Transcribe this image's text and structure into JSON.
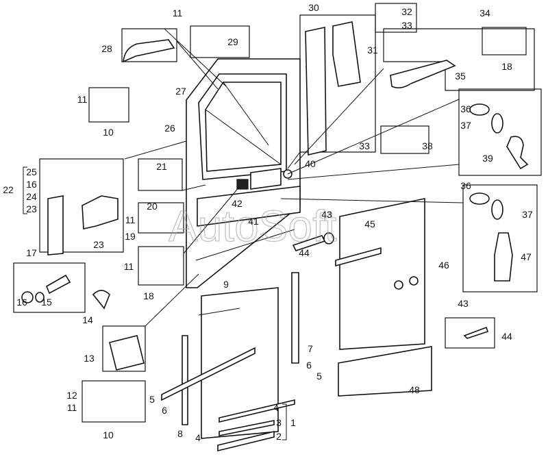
{
  "watermark": "AutoSoft",
  "callouts": [
    {
      "id": "c11a",
      "text": "11"
    },
    {
      "id": "c29",
      "text": "29"
    },
    {
      "id": "c28",
      "text": "28"
    },
    {
      "id": "c27",
      "text": "27"
    },
    {
      "id": "c11b",
      "text": "11"
    },
    {
      "id": "c10a",
      "text": "10"
    },
    {
      "id": "c26",
      "text": "26"
    },
    {
      "id": "c30",
      "text": "30"
    },
    {
      "id": "c32",
      "text": "32"
    },
    {
      "id": "c33a",
      "text": "33"
    },
    {
      "id": "c31",
      "text": "31"
    },
    {
      "id": "c34",
      "text": "34"
    },
    {
      "id": "c18a",
      "text": "18"
    },
    {
      "id": "c35",
      "text": "35"
    },
    {
      "id": "c36a",
      "text": "36"
    },
    {
      "id": "c37a",
      "text": "37"
    },
    {
      "id": "c39",
      "text": "39"
    },
    {
      "id": "c33b",
      "text": "33"
    },
    {
      "id": "c38",
      "text": "38"
    },
    {
      "id": "c40",
      "text": "40"
    },
    {
      "id": "c25",
      "text": "25"
    },
    {
      "id": "c16a",
      "text": "16"
    },
    {
      "id": "c22",
      "text": "22"
    },
    {
      "id": "c24",
      "text": "24"
    },
    {
      "id": "c23a",
      "text": "23"
    },
    {
      "id": "c21",
      "text": "21"
    },
    {
      "id": "c20",
      "text": "20"
    },
    {
      "id": "c11c",
      "text": "11"
    },
    {
      "id": "c19",
      "text": "19"
    },
    {
      "id": "c23b",
      "text": "23"
    },
    {
      "id": "c42",
      "text": "42"
    },
    {
      "id": "c41",
      "text": "41"
    },
    {
      "id": "c43a",
      "text": "43"
    },
    {
      "id": "c45",
      "text": "45"
    },
    {
      "id": "c44a",
      "text": "44"
    },
    {
      "id": "c36b",
      "text": "36"
    },
    {
      "id": "c37b",
      "text": "37"
    },
    {
      "id": "c47",
      "text": "47"
    },
    {
      "id": "c46",
      "text": "46"
    },
    {
      "id": "c17",
      "text": "17"
    },
    {
      "id": "c11d",
      "text": "11"
    },
    {
      "id": "c18b",
      "text": "18"
    },
    {
      "id": "c9",
      "text": "9"
    },
    {
      "id": "c16b",
      "text": "16"
    },
    {
      "id": "c15",
      "text": "15"
    },
    {
      "id": "c14",
      "text": "14"
    },
    {
      "id": "c7",
      "text": "7"
    },
    {
      "id": "c13",
      "text": "13"
    },
    {
      "id": "c6a",
      "text": "6"
    },
    {
      "id": "c5a",
      "text": "5"
    },
    {
      "id": "c43b",
      "text": "43"
    },
    {
      "id": "c44b",
      "text": "44"
    },
    {
      "id": "c48",
      "text": "48"
    },
    {
      "id": "c5b",
      "text": "5"
    },
    {
      "id": "c6b",
      "text": "6"
    },
    {
      "id": "c12",
      "text": "12"
    },
    {
      "id": "c11e",
      "text": "11"
    },
    {
      "id": "c10b",
      "text": "10"
    },
    {
      "id": "c8",
      "text": "8"
    },
    {
      "id": "c4a",
      "text": "4"
    },
    {
      "id": "c4b",
      "text": "4"
    },
    {
      "id": "c3",
      "text": "3"
    },
    {
      "id": "c1",
      "text": "1"
    },
    {
      "id": "c2",
      "text": "2"
    }
  ]
}
